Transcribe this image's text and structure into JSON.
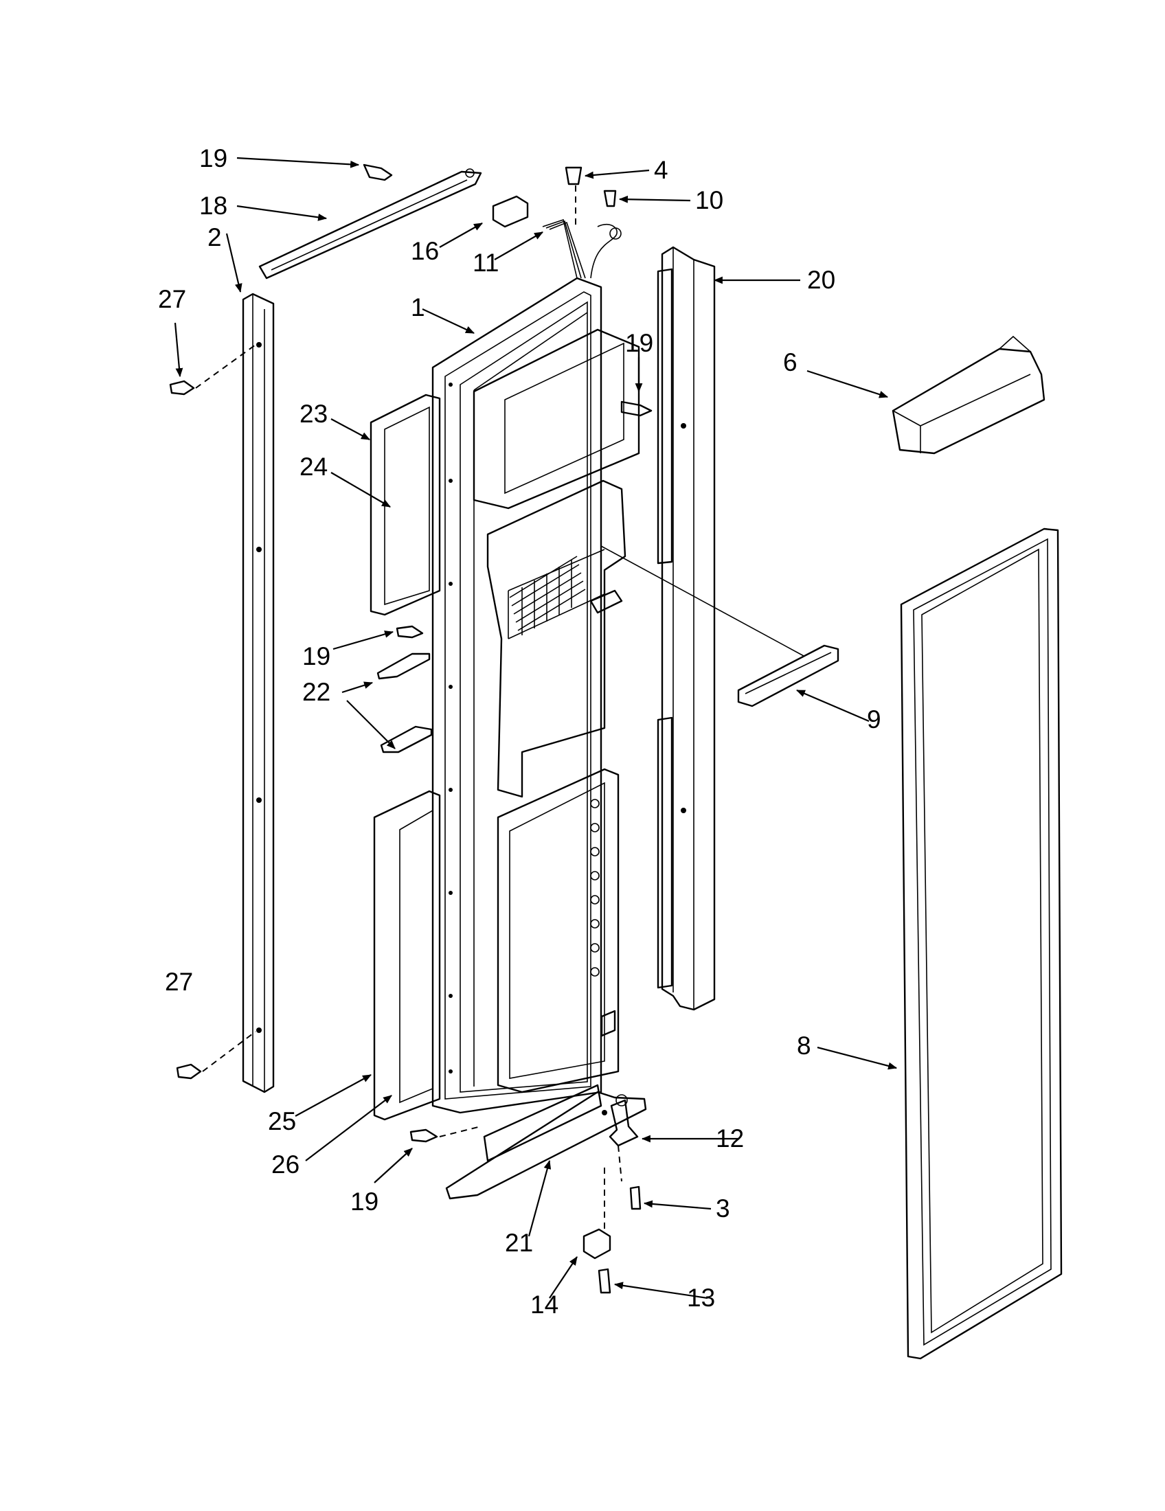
{
  "diagram": {
    "type": "exploded-parts-view",
    "callouts": {
      "c1": "1",
      "c2": "2",
      "c3": "3",
      "c4": "4",
      "c6": "6",
      "c8": "8",
      "c9": "9",
      "c10": "10",
      "c11": "11",
      "c12": "12",
      "c13": "13",
      "c14": "14",
      "c16": "16",
      "c18": "18",
      "c19a": "19",
      "c19b": "19",
      "c19c": "19",
      "c19d": "19",
      "c20": "20",
      "c21": "21",
      "c22": "22",
      "c23": "23",
      "c24": "24",
      "c25": "25",
      "c26": "26",
      "c27a": "27",
      "c27b": "27"
    }
  }
}
